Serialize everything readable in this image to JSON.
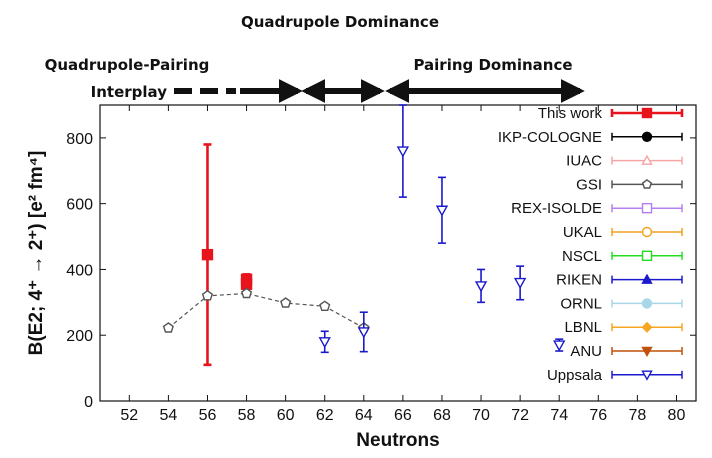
{
  "annotations": {
    "top": "Quadrupole Dominance",
    "left_line1": "Quadrupole-Pairing",
    "left_line2": "Interplay",
    "right": "Pairing Dominance"
  },
  "chart_data": {
    "type": "scatter",
    "xlabel": "Neutrons",
    "ylabel": "B(E2; 4⁺ → 2⁺) [e² fm⁴]",
    "xlim": [
      50.5,
      81
    ],
    "ylim": [
      0,
      900
    ],
    "xticks": [
      52,
      54,
      56,
      58,
      60,
      62,
      64,
      66,
      68,
      70,
      72,
      74,
      76,
      78,
      80
    ],
    "yticks": [
      0,
      200,
      400,
      600,
      800
    ],
    "legend_position": "top-right",
    "series": [
      {
        "name": "This work",
        "color": "#e8141c",
        "marker": "square",
        "points": [
          {
            "x": 56,
            "y": 445,
            "lo": 110,
            "hi": 780
          },
          {
            "x": 58,
            "y": 370,
            "lo": 355,
            "hi": 385
          },
          {
            "x": 58,
            "y": 355,
            "lo": 342,
            "hi": 368
          }
        ]
      },
      {
        "name": "IKP-COLOGNE",
        "color": "#000000",
        "marker": "circle",
        "points": []
      },
      {
        "name": "IUAC",
        "color": "#f4a6a6",
        "marker": "triangle-up-open",
        "points": []
      },
      {
        "name": "GSI",
        "color": "#555555",
        "marker": "pentagon-open",
        "dashed": true,
        "points": [
          {
            "x": 54,
            "y": 222
          },
          {
            "x": 56,
            "y": 320
          },
          {
            "x": 58,
            "y": 327
          },
          {
            "x": 60,
            "y": 298
          },
          {
            "x": 62,
            "y": 288
          },
          {
            "x": 64,
            "y": 222
          }
        ]
      },
      {
        "name": "REX-ISOLDE",
        "color": "#b57ff0",
        "marker": "square-open",
        "points": []
      },
      {
        "name": "UKAL",
        "color": "#f0a020",
        "marker": "circle-open",
        "points": []
      },
      {
        "name": "NSCL",
        "color": "#22dd22",
        "marker": "square-open",
        "points": []
      },
      {
        "name": "RIKEN",
        "color": "#1a1acc",
        "marker": "triangle-up",
        "points": []
      },
      {
        "name": "ORNL",
        "color": "#a8d8e8",
        "marker": "circle",
        "points": []
      },
      {
        "name": "LBNL",
        "color": "#f5a623",
        "marker": "diamond",
        "points": []
      },
      {
        "name": "ANU",
        "color": "#c0500a",
        "marker": "triangle-down",
        "points": []
      },
      {
        "name": "Uppsala",
        "color": "#1a1acc",
        "marker": "triangle-down-open",
        "points": [
          {
            "x": 62,
            "y": 180,
            "lo": 148,
            "hi": 212
          },
          {
            "x": 64,
            "y": 210,
            "lo": 150,
            "hi": 270
          },
          {
            "x": 66,
            "y": 760,
            "lo": 620,
            "hi": 900
          },
          {
            "x": 68,
            "y": 580,
            "lo": 480,
            "hi": 680
          },
          {
            "x": 70,
            "y": 350,
            "lo": 300,
            "hi": 400
          },
          {
            "x": 72,
            "y": 360,
            "lo": 308,
            "hi": 410
          },
          {
            "x": 74,
            "y": 170,
            "lo": 152,
            "hi": 188
          }
        ]
      }
    ]
  }
}
